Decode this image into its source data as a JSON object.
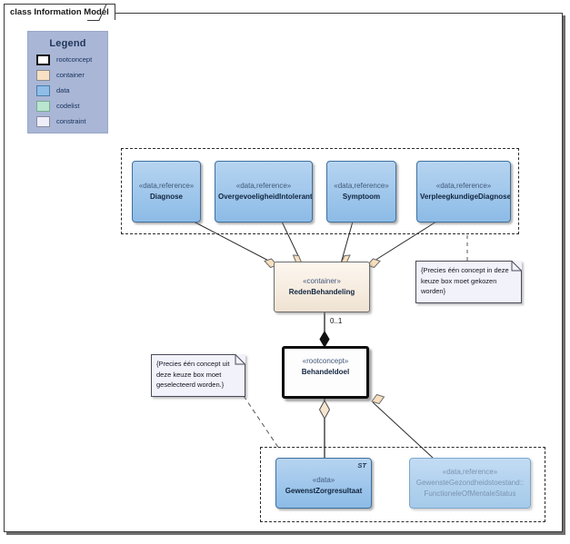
{
  "diagram": {
    "frame_title": "class Information Model",
    "title_tab_name": "class-information-model"
  },
  "legend": {
    "title": "Legend",
    "items": [
      {
        "key": "rootconcept",
        "label": "rootconcept",
        "color": "#ffffff",
        "border": "#141414"
      },
      {
        "key": "container",
        "label": "container",
        "color": "#f7e0c3",
        "border": "#8a8a8a"
      },
      {
        "key": "data",
        "label": "data",
        "color": "#8fbde8",
        "border": "#4a7ba8"
      },
      {
        "key": "codelist",
        "label": "codelist",
        "color": "#b8e6cf",
        "border": "#7aa892"
      },
      {
        "key": "constraint",
        "label": "constraint",
        "color": "#eeeefa",
        "border": "#8a8aa0"
      }
    ],
    "background": "#a9b6d6"
  },
  "classes": {
    "diagnose": {
      "stereotype": "«data,reference»",
      "name": "Diagnose"
    },
    "overgevoeligheid": {
      "stereotype": "«data,reference»",
      "name": "OvergevoeligheidIntolerantie"
    },
    "symptoom": {
      "stereotype": "«data,reference»",
      "name": "Symptoom"
    },
    "verpleegkundige": {
      "stereotype": "«data,reference»",
      "name": "VerpleegkundigeDiagnose"
    },
    "reden": {
      "stereotype": "«container»",
      "name": "RedenBehandeling"
    },
    "behandeldoel": {
      "stereotype": "«rootconcept»",
      "name": "Behandeldoel"
    },
    "gewenstzorg": {
      "stereotype": "«data»",
      "name": "GewenstZorgresultaat",
      "tag": "ST"
    },
    "gezondheid": {
      "stereotype": "«data,reference»",
      "name_line1": "GewensteGezondheidstoestand::",
      "name_line2": "FunctioneleOfMentaleStatus"
    }
  },
  "notes": {
    "right": {
      "text": "{Precies één concept in deze keuze box moet gekozen worden}"
    },
    "left": {
      "text": "{Precies één concept uit deze keuze box moet geselecteerd worden.}"
    }
  },
  "connectors": {
    "multiplicity_reden_behandeldoel": "0..1"
  },
  "colors": {
    "data_fill": "#a3c9ec",
    "data_border": "#3f6f9e",
    "container_fill": "#f6ece0",
    "rootconcept_border": "#0d0d0d",
    "note_fill": "#f2f2fb",
    "legend_fill": "#a9b6d6",
    "aggregation_diamond": "#f7dfbe"
  }
}
